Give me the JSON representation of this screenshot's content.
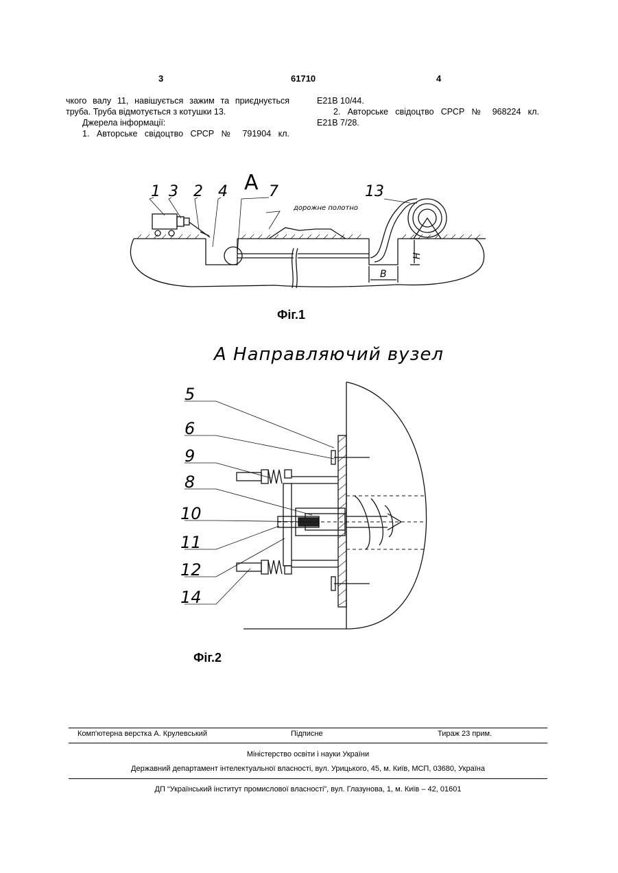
{
  "header": {
    "left_page": "3",
    "patent_number": "61710",
    "right_page": "4"
  },
  "left_column": {
    "lines": [
      "чкого валу 11, навішується зажим та приєднується",
      "труба. Труба відмотується з котушки 13.",
      "Джерела інформації:",
      "1. Авторське свідоцтво СРСР № 791904 кл."
    ]
  },
  "right_column": {
    "lines": [
      "E21B 10/44.",
      "2. Авторське свідоцтво СРСР № 968224 кл.",
      "E21B 7/28."
    ]
  },
  "figure1": {
    "caption": "Фіг.1",
    "labels": {
      "n1": "1",
      "n3": "3",
      "n2": "2",
      "n4": "4",
      "A": "А",
      "n7": "7",
      "n13": "13",
      "road": "дорожне полотно",
      "H": "H",
      "B": "В"
    }
  },
  "figure2": {
    "title": "А Направляючий вузел",
    "caption": "Фіг.2",
    "labels": [
      "5",
      "6",
      "9",
      "8",
      "10",
      "11",
      "12",
      "14"
    ]
  },
  "footer": {
    "typesetter": "Комп'ютерна верстка А. Крулевський",
    "signed": "Підписне",
    "circulation": "Тираж 23 прим.",
    "ministry": "Міністерство освіти і науки України",
    "department": "Державний департамент інтелектуальної власності, вул. Урицького, 45, м. Київ, МСП, 03680, Україна",
    "institute": "ДП “Український інститут промислової власності”, вул. Глазунова, 1, м. Київ – 42, 01601"
  }
}
